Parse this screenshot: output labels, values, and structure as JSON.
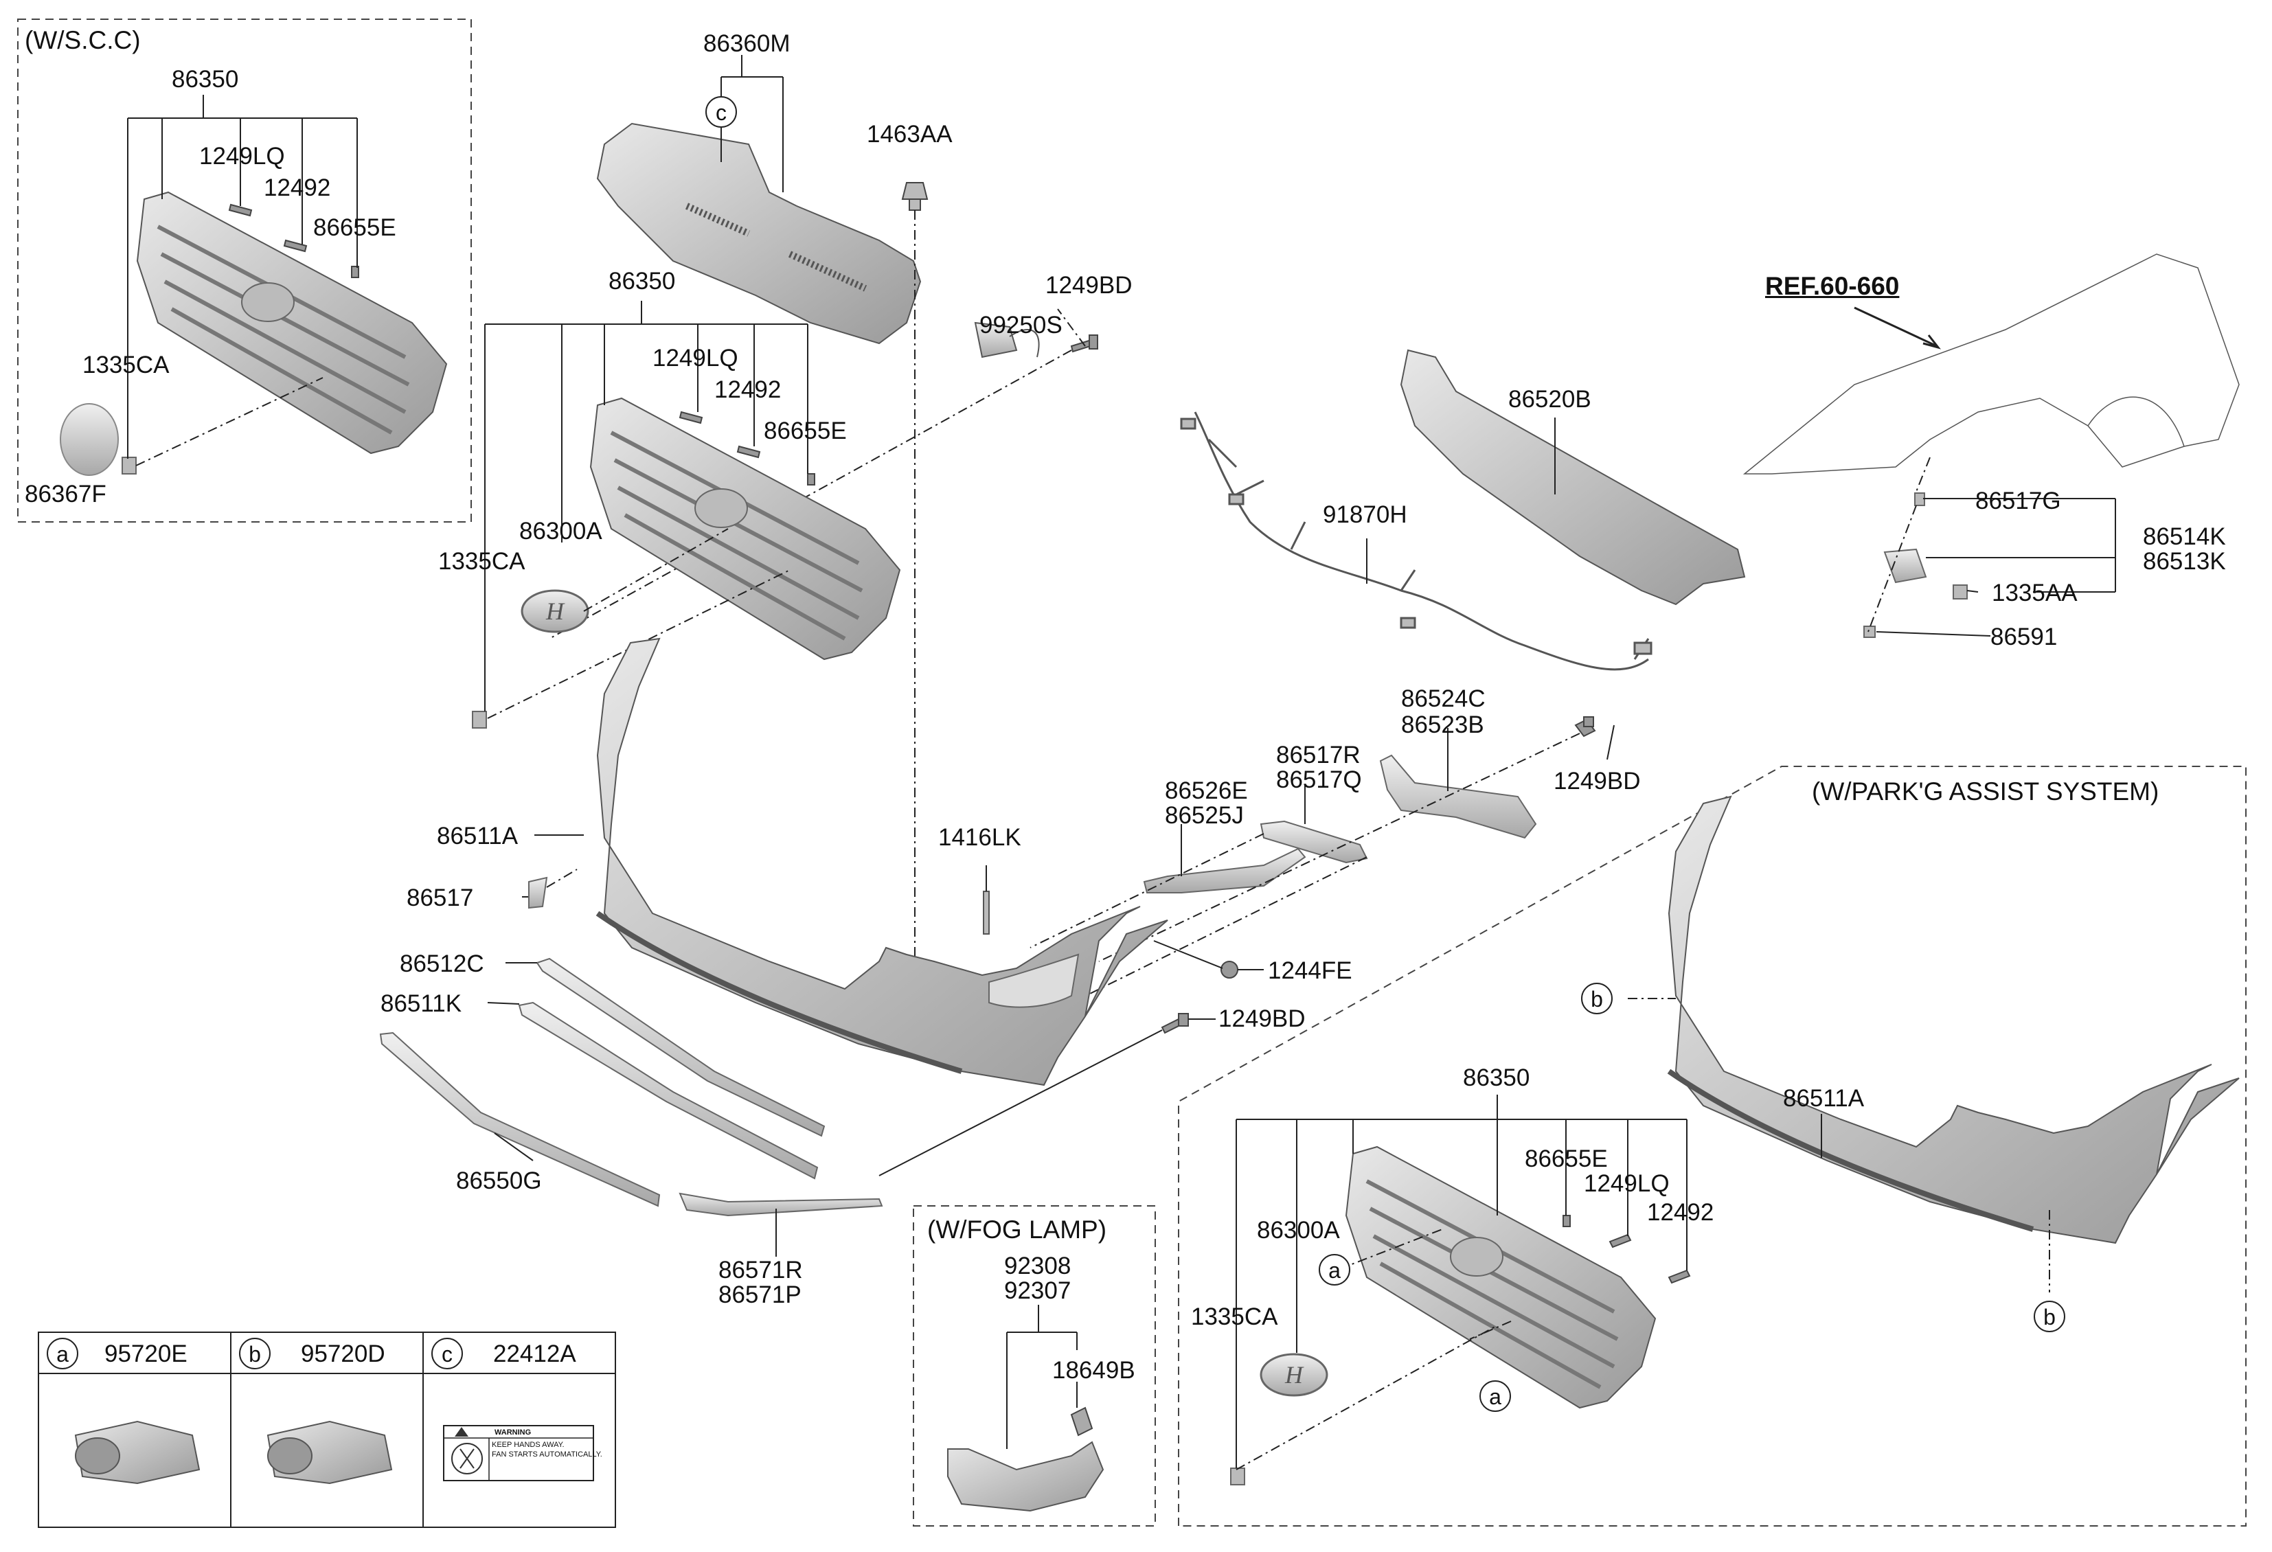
{
  "sections": {
    "scc": "(W/S.C.C)",
    "park": "(W/PARK'G ASSIST SYSTEM)",
    "fog": "(W/FOG LAMP)"
  },
  "ref": "REF.60-660",
  "callouts": {
    "a": "a",
    "b": "b",
    "c": "c"
  },
  "parts": {
    "scc_86350": "86350",
    "scc_1249LQ": "1249LQ",
    "scc_12492": "12492",
    "scc_86655E": "86655E",
    "scc_1335CA": "1335CA",
    "scc_86367F": "86367F",
    "p86360M": "86360M",
    "p1463AA": "1463AA",
    "p99250S": "99250S",
    "p1249BD_top": "1249BD",
    "main_86350": "86350",
    "main_1249LQ": "1249LQ",
    "main_12492": "12492",
    "main_86655E": "86655E",
    "main_86300A": "86300A",
    "main_1335CA": "1335CA",
    "p86520B": "86520B",
    "p91870H": "91870H",
    "p86517G": "86517G",
    "p86514K": "86514K",
    "p86513K": "86513K",
    "p1335AA": "1335AA",
    "p86591": "86591",
    "p86524C": "86524C",
    "p86523B": "86523B",
    "p1249BD_mid": "1249BD",
    "p86517R": "86517R",
    "p86517Q": "86517Q",
    "p86526E": "86526E",
    "p86525J": "86525J",
    "p1416LK": "1416LK",
    "p86511A": "86511A",
    "p86517": "86517",
    "p86512C": "86512C",
    "p1244FE": "1244FE",
    "p86511K": "86511K",
    "p1249BD_low": "1249BD",
    "p86550G": "86550G",
    "p86571R": "86571R",
    "p86571P": "86571P",
    "fog_92308": "92308",
    "fog_92307": "92307",
    "fog_18649B": "18649B",
    "park_86350": "86350",
    "park_86655E": "86655E",
    "park_1249LQ": "1249LQ",
    "park_12492": "12492",
    "park_86300A": "86300A",
    "park_1335CA": "1335CA",
    "park_86511A": "86511A"
  },
  "legend": [
    {
      "circle": "a",
      "part": "95720E"
    },
    {
      "circle": "b",
      "part": "95720D"
    },
    {
      "circle": "c",
      "part": "22412A"
    }
  ],
  "warning_label": {
    "title": "WARNING",
    "line1": "KEEP HANDS AWAY.",
    "line2": "FAN STARTS AUTOMATICALLY."
  }
}
